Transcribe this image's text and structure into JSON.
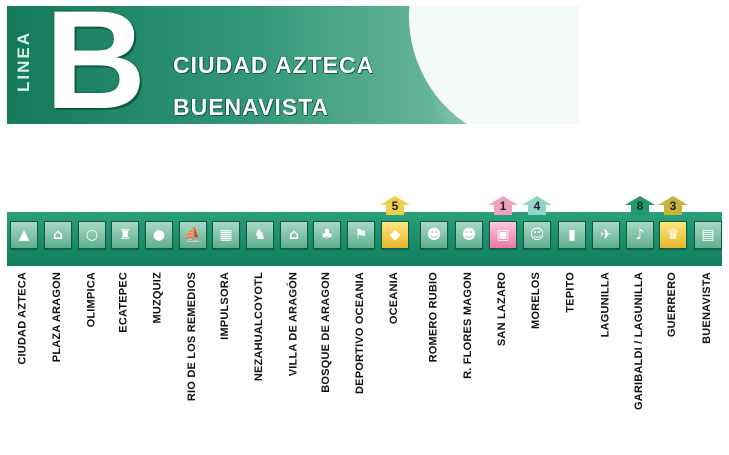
{
  "banner": {
    "vertical_word": "LINEA",
    "letter": "B",
    "title_line1": "CIUDAD AZTECA",
    "title_line2": "BUENAVISTA"
  },
  "colors": {
    "line_green": "#1a8a66",
    "transfer_5": "#e9d24a",
    "transfer_1": "#f2a0c0",
    "transfer_4": "#8fd6c6",
    "transfer_8": "#1e9a66",
    "transfer_3": "#c8b23a"
  },
  "stations": [
    {
      "name": "CIUDAD AZTECA",
      "icon": "aztec-pyramid-icon"
    },
    {
      "name": "PLAZA  ARAGON",
      "icon": "plaza-icon"
    },
    {
      "name": "OLIMPICA",
      "icon": "olympic-rings-icon"
    },
    {
      "name": "ECATEPEC",
      "icon": "monument-icon"
    },
    {
      "name": "MUZQUIZ",
      "icon": "bust-icon"
    },
    {
      "name": "RIO DE LOS REMEDIOS",
      "icon": "boat-icon"
    },
    {
      "name": "IMPULSORA",
      "icon": "factory-icon"
    },
    {
      "name": "NEZAHUALCOYOTL",
      "icon": "coyote-icon"
    },
    {
      "name": "VILLA DE ARAGÓN",
      "icon": "house-icon"
    },
    {
      "name": "BOSQUE DE ARAGON",
      "icon": "trees-icon"
    },
    {
      "name": "DEPORTIVO OCEANIA",
      "icon": "sports-icon"
    },
    {
      "name": "OCEANIA",
      "icon": "map-icon",
      "transfer": "5"
    },
    {
      "name": "ROMERO RUBIO",
      "icon": "portrait-icon"
    },
    {
      "name": "R. FLORES MAGON",
      "icon": "portrait-icon"
    },
    {
      "name": "SAN LAZARO",
      "icon": "train-icon",
      "transfer": "1"
    },
    {
      "name": "MORELOS",
      "icon": "morelos-icon",
      "transfer": "4"
    },
    {
      "name": "TEPITO",
      "icon": "boot-icon"
    },
    {
      "name": "LAGUNILLA",
      "icon": "bird-icon"
    },
    {
      "name": "GARIBALDI / LAGUNILLA",
      "icon": "mariachi-icon",
      "transfer": "8"
    },
    {
      "name": "GUERRERO",
      "icon": "warrior-icon",
      "transfer": "3"
    },
    {
      "name": "BUENAVISTA",
      "icon": "train-station-icon"
    }
  ]
}
